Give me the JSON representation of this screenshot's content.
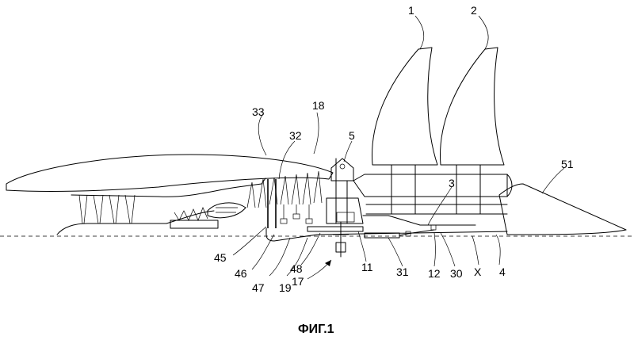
{
  "figure": {
    "caption": "ФИГ.1",
    "labels": {
      "l1": "1",
      "l2": "2",
      "l3": "3",
      "l4": "4",
      "l5": "5",
      "l11": "11",
      "l12": "12",
      "l17": "17",
      "l18": "18",
      "l19": "19",
      "l30": "30",
      "l31": "31",
      "l32": "32",
      "l33": "33",
      "l45": "45",
      "l46": "46",
      "l47": "47",
      "l48": "48",
      "l51": "51",
      "lX": "X"
    }
  }
}
